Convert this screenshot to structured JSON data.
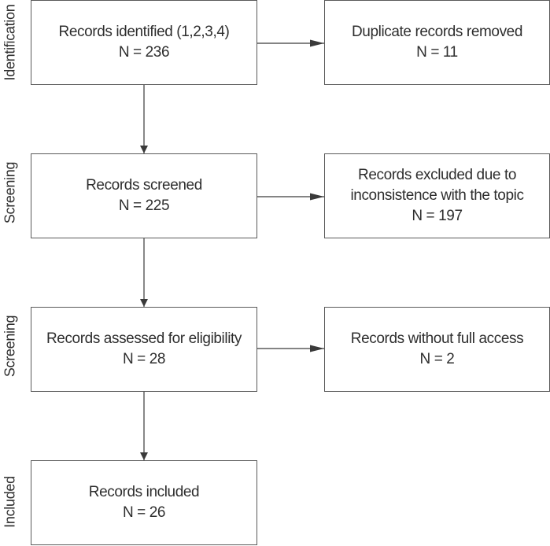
{
  "stages": {
    "identification": "Identification",
    "screening_1": "Screening",
    "screening_2": "Screening",
    "included": "Included"
  },
  "boxes": {
    "identified": {
      "line1": "Records identified (1,2,3,4)",
      "line2": "N = 236"
    },
    "duplicates": {
      "line1": "Duplicate records removed",
      "line2": "N = 11"
    },
    "screened": {
      "line1": "Records screened",
      "line2": "N = 225"
    },
    "excluded_topic": {
      "line1": "Records excluded due to",
      "line2": "inconsistence with the topic",
      "line3": "N = 197"
    },
    "eligibility": {
      "line1": "Records assessed for eligibility",
      "line2": "N = 28"
    },
    "no_access": {
      "line1": "Records without full access",
      "line2": "N = 2"
    },
    "included": {
      "line1": "Records included",
      "line2": "N = 26"
    }
  },
  "colors": {
    "line": "#3a3a3a",
    "border": "#5a5a5a",
    "text": "#2e2e2e"
  }
}
